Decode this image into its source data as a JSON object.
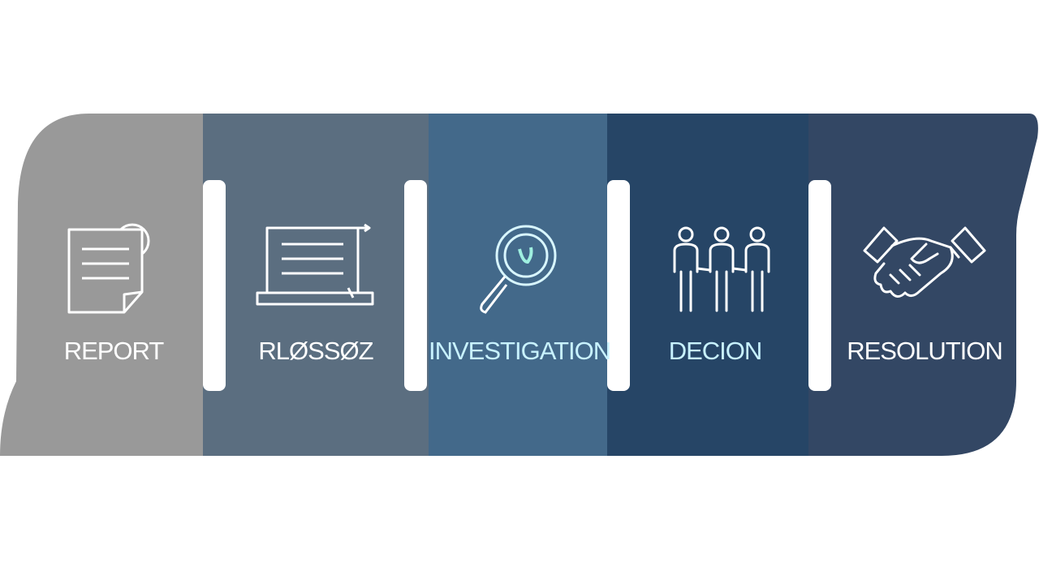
{
  "stages": [
    {
      "label": "REPORT",
      "icon": "document-icon",
      "color": "#999999"
    },
    {
      "label": "RLØSSØZ",
      "icon": "laptop-document-icon",
      "color": "#5b6e80"
    },
    {
      "label": "INVESTIGATION",
      "icon": "magnifying-glass-icon",
      "color": "#43698a"
    },
    {
      "label": "DECΙON",
      "icon": "people-icon",
      "color": "#264566"
    },
    {
      "label": "RESOLUTION",
      "icon": "handshake-icon",
      "color": "#334764"
    }
  ],
  "colors": {
    "background": "#ffffff",
    "divider": "#ffffff",
    "icon_outline": "#ffffff",
    "accent_text": "#c8f2ff"
  }
}
